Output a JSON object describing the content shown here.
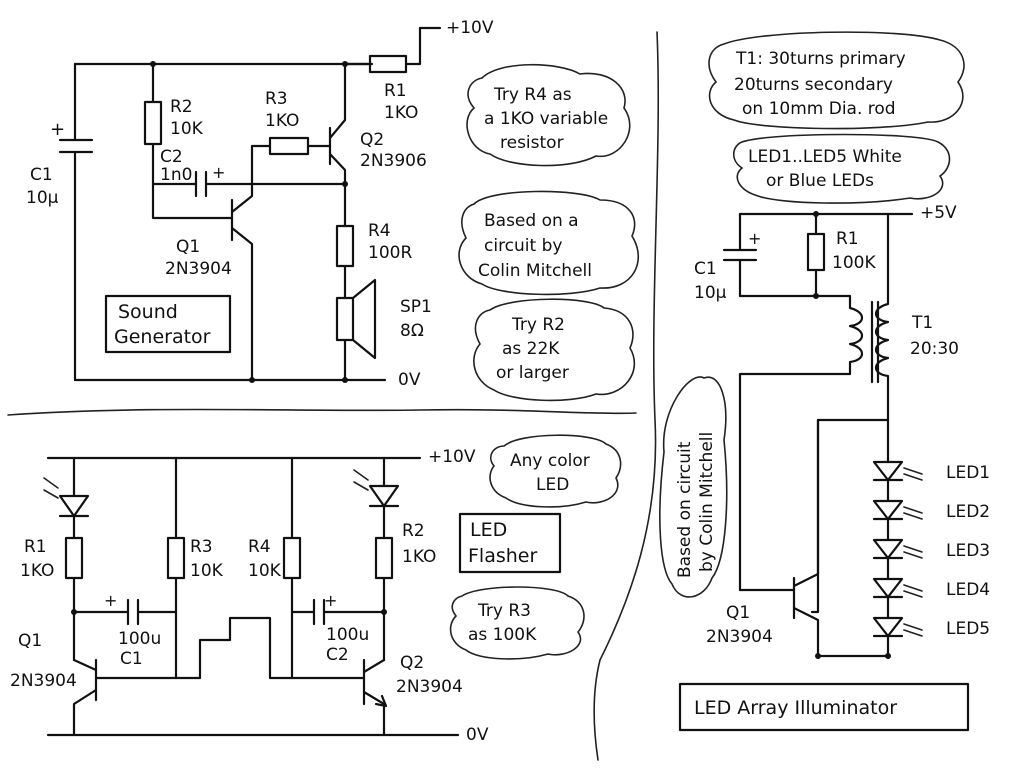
{
  "sound_generator": {
    "supply": "+10V",
    "ground": "0V",
    "title_line1": "Sound",
    "title_line2": "Generator",
    "c1": {
      "ref": "C1",
      "value": "10µ"
    },
    "r2": {
      "ref": "R2",
      "value": "10K"
    },
    "c2": {
      "ref": "C2",
      "value": "1n0"
    },
    "r3": {
      "ref": "R3",
      "value": "1KO"
    },
    "r1": {
      "ref": "R1",
      "value": "1KO"
    },
    "q2": {
      "ref": "Q2",
      "value": "2N3906"
    },
    "q1": {
      "ref": "Q1",
      "value": "2N3904"
    },
    "r4": {
      "ref": "R4",
      "value": "100R"
    },
    "sp1": {
      "ref": "SP1",
      "value": "8Ω"
    },
    "notes": [
      {
        "lines": [
          "Try R4 as",
          "a 1KO variable",
          "resistor"
        ]
      },
      {
        "lines": [
          "Based on a",
          "circuit by",
          "Colin Mitchell"
        ]
      },
      {
        "lines": [
          "Try R2",
          "as 22K",
          "or larger"
        ]
      }
    ]
  },
  "led_flasher": {
    "supply": "+10V",
    "ground": "0V",
    "title_line1": "LED",
    "title_line2": "Flasher",
    "r1": {
      "ref": "R1",
      "value": "1KO"
    },
    "r3": {
      "ref": "R3",
      "value": "10K"
    },
    "r4": {
      "ref": "R4",
      "value": "10K"
    },
    "r2": {
      "ref": "R2",
      "value": "1KO"
    },
    "c1": {
      "ref": "C1",
      "value": "100u"
    },
    "c2": {
      "ref": "C2",
      "value": "100u"
    },
    "q1": {
      "ref": "Q1",
      "value": "2N3904"
    },
    "q2": {
      "ref": "Q2",
      "value": "2N3904"
    },
    "notes": [
      {
        "lines": [
          "Any color",
          "LED"
        ]
      },
      {
        "lines": [
          "Try R3",
          "as 100K"
        ]
      }
    ]
  },
  "led_array": {
    "supply": "+5V",
    "title": "LED Array Illuminator",
    "c1": {
      "ref": "C1",
      "value": "10µ"
    },
    "r1": {
      "ref": "R1",
      "value": "100K"
    },
    "t1": {
      "ref": "T1",
      "value": "20:30"
    },
    "q1": {
      "ref": "Q1",
      "value": "2N3904"
    },
    "leds": [
      "LED1",
      "LED2",
      "LED3",
      "LED4",
      "LED5"
    ],
    "notes": [
      {
        "lines": [
          "T1: 30turns primary",
          "20turns secondary",
          "on 10mm Dia. rod"
        ]
      },
      {
        "lines": [
          "LED1..LED5 White",
          "or Blue LEDs"
        ]
      },
      {
        "lines": [
          "Based on circuit",
          "by Colin Mitchell"
        ]
      }
    ]
  }
}
